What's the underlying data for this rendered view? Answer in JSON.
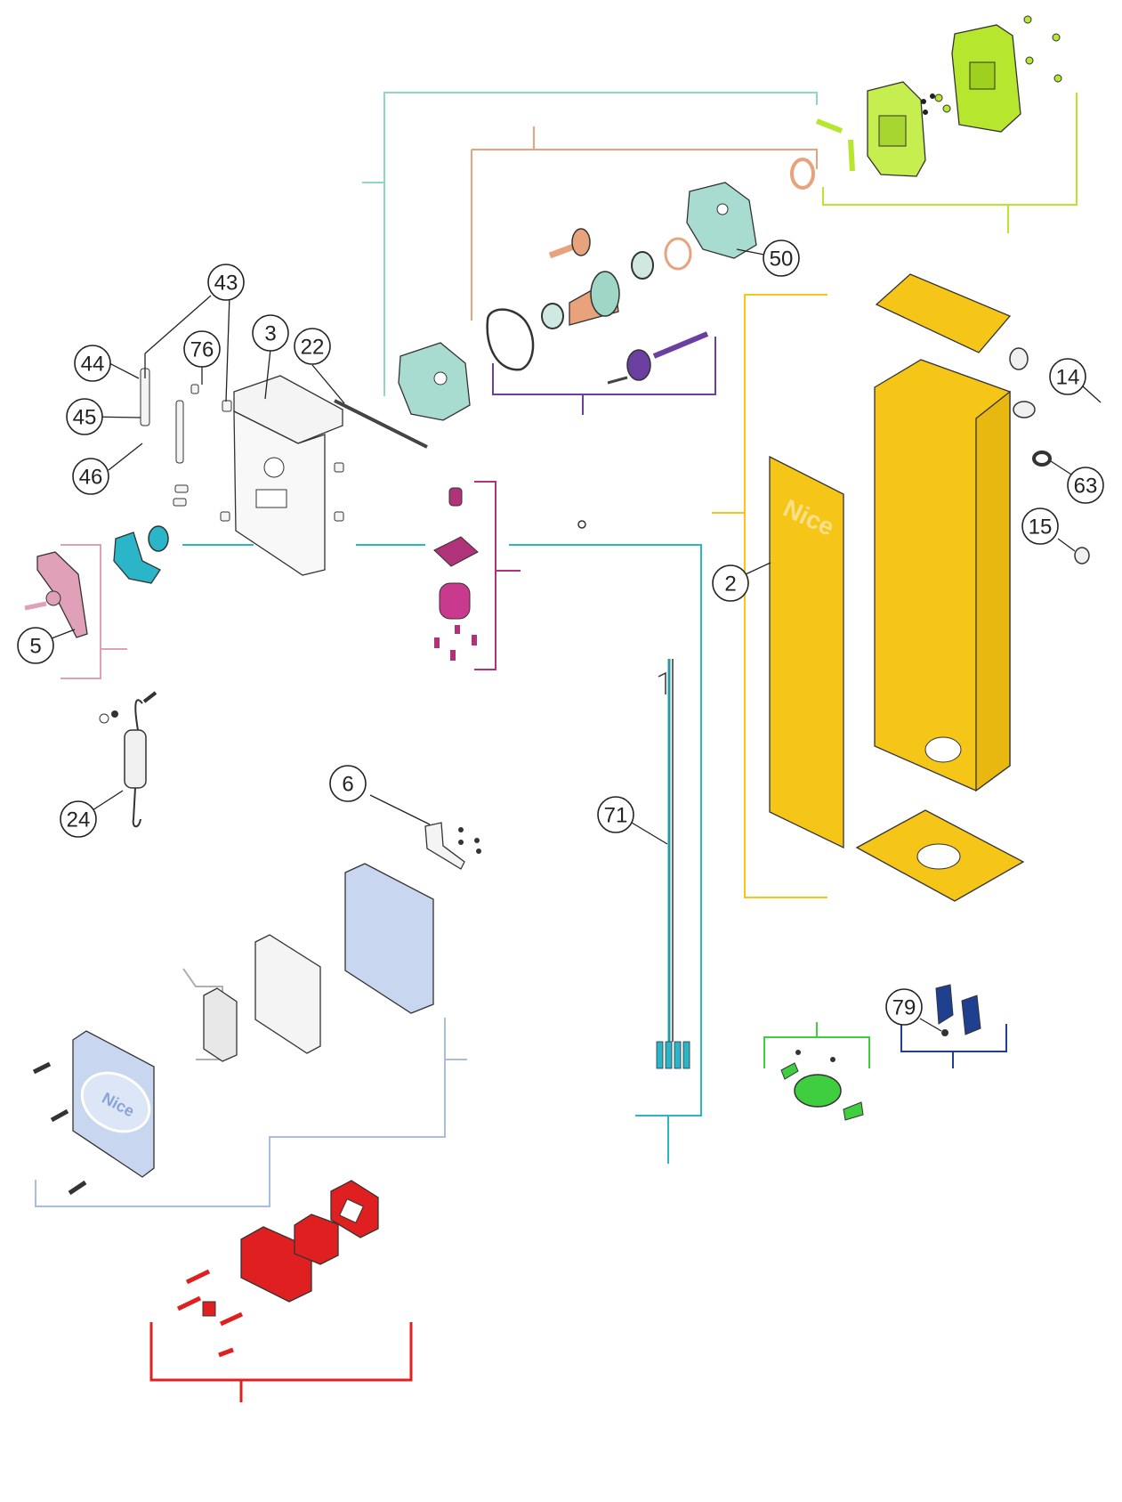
{
  "diagram": {
    "brand": "Nice",
    "callouts": [
      {
        "id": "c43",
        "label": "43"
      },
      {
        "id": "c44",
        "label": "44"
      },
      {
        "id": "c45",
        "label": "45"
      },
      {
        "id": "c46",
        "label": "46"
      },
      {
        "id": "c76",
        "label": "76"
      },
      {
        "id": "c3",
        "label": "3"
      },
      {
        "id": "c22",
        "label": "22"
      },
      {
        "id": "c50",
        "label": "50"
      },
      {
        "id": "c14",
        "label": "14"
      },
      {
        "id": "c63",
        "label": "63"
      },
      {
        "id": "c15",
        "label": "15"
      },
      {
        "id": "c2",
        "label": "2"
      },
      {
        "id": "c5",
        "label": "5"
      },
      {
        "id": "c24",
        "label": "24"
      },
      {
        "id": "c6",
        "label": "6"
      },
      {
        "id": "c71",
        "label": "71"
      },
      {
        "id": "c79",
        "label": "79"
      }
    ],
    "colors": {
      "teal_group": "#8fd6c8",
      "salmon_group": "#e8a27c",
      "lime_group": "#b6e62e",
      "purple_group": "#6a3fa0",
      "cyan_group": "#2ab5c8",
      "magenta_group": "#b0337a",
      "pink_group": "#e0a0b8",
      "yellow_group": "#f5c518",
      "green_group": "#3fce3f",
      "navy_group": "#1f3f8f",
      "lightblue_group": "#a9bde0",
      "red_group": "#e02020",
      "gray_group": "#b0b0b0"
    }
  }
}
